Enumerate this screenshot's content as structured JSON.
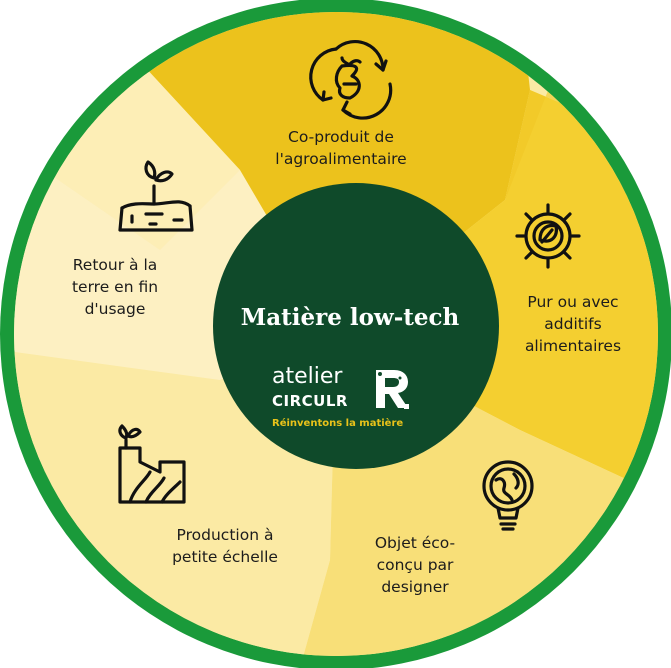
{
  "center": {
    "title": "Matière low-tech",
    "logo": {
      "line1": "atelier",
      "line2": "CIRCULR",
      "tagline": "Réinventons la matière",
      "mark": "R."
    }
  },
  "segments": [
    {
      "label": "Co-produit de\nl'agroalimentaire",
      "icon": "apple-core-recycle-icon"
    },
    {
      "label": "Pur ou avec\nadditifs\nalimentaires",
      "icon": "gear-leaf-icon"
    },
    {
      "label": "Objet éco-\nconçu par\ndesigner",
      "icon": "globe-lightbulb-icon"
    },
    {
      "label": "Production à\npetite échelle",
      "icon": "small-factory-icon"
    },
    {
      "label": "Retour à la\nterre en fin\nd'usage",
      "icon": "plant-soil-icon"
    }
  ],
  "colors": {
    "ring": "#1a9a3a",
    "center": "#0f4a2a",
    "segment_1": "#ecc21c",
    "segment_2": "#f2cd2a",
    "segment_3": "#f8df78",
    "segment_4": "#fbeaa4",
    "segment_5": "#fdf0c2",
    "tagline": "#e8c21a",
    "icon_stroke": "#111111"
  }
}
